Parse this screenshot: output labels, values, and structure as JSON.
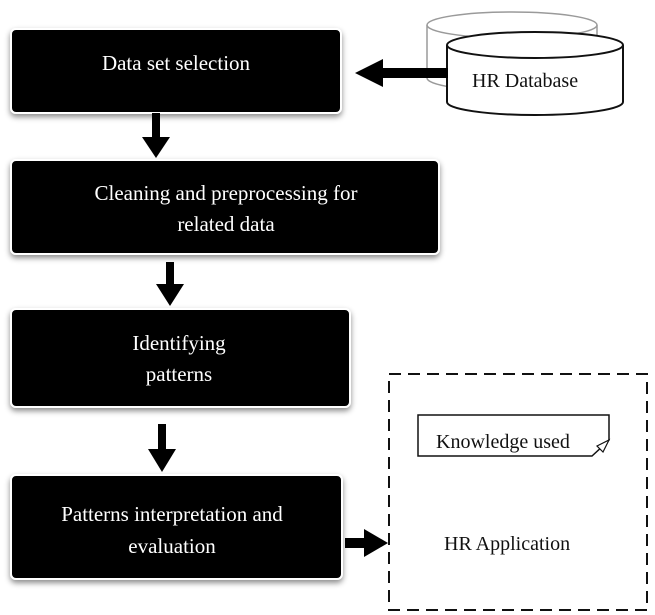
{
  "steps": [
    {
      "lines": [
        "Data set selection"
      ]
    },
    {
      "lines": [
        "Cleaning and preprocessing for",
        "related data"
      ]
    },
    {
      "lines": [
        "Identifying",
        "patterns"
      ]
    },
    {
      "lines": [
        "Patterns interpretation and",
        "evaluation"
      ]
    }
  ],
  "database": {
    "label": "HR Database"
  },
  "application": {
    "label": "HR Application",
    "document_label": "Knowledge used"
  },
  "colors": {
    "step_fill": "#000000",
    "step_text": "#ffffff",
    "arrow": "#000000",
    "database_back_outline": "#9a9a9a",
    "line": "#111111"
  }
}
